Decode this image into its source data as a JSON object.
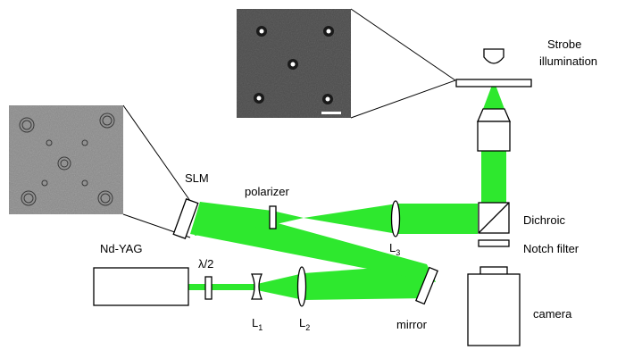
{
  "colors": {
    "beam": "#2ee82e",
    "outline": "#000000",
    "hologram_bg": "#8a8a8a",
    "sample_bg": "#4a4a4a"
  },
  "labels": {
    "strobe_line1": "Strobe",
    "strobe_line2": "illumination",
    "slm": "SLM",
    "polarizer": "polarizer",
    "dichroic": "Dichroic",
    "notch_filter": "Notch filter",
    "nd_yag": "Nd-YAG",
    "half_wave": "λ/2",
    "l3_main": "L",
    "l3_sub": "3",
    "l1_main": "L",
    "l1_sub": "1",
    "l2_main": "L",
    "l2_sub": "2",
    "mirror": "mirror",
    "camera": "camera"
  },
  "icons": {
    "sample_inset": "trapped-particles-image",
    "hologram_inset": "hologram-phase-image",
    "scale_bar": "scale-bar"
  }
}
